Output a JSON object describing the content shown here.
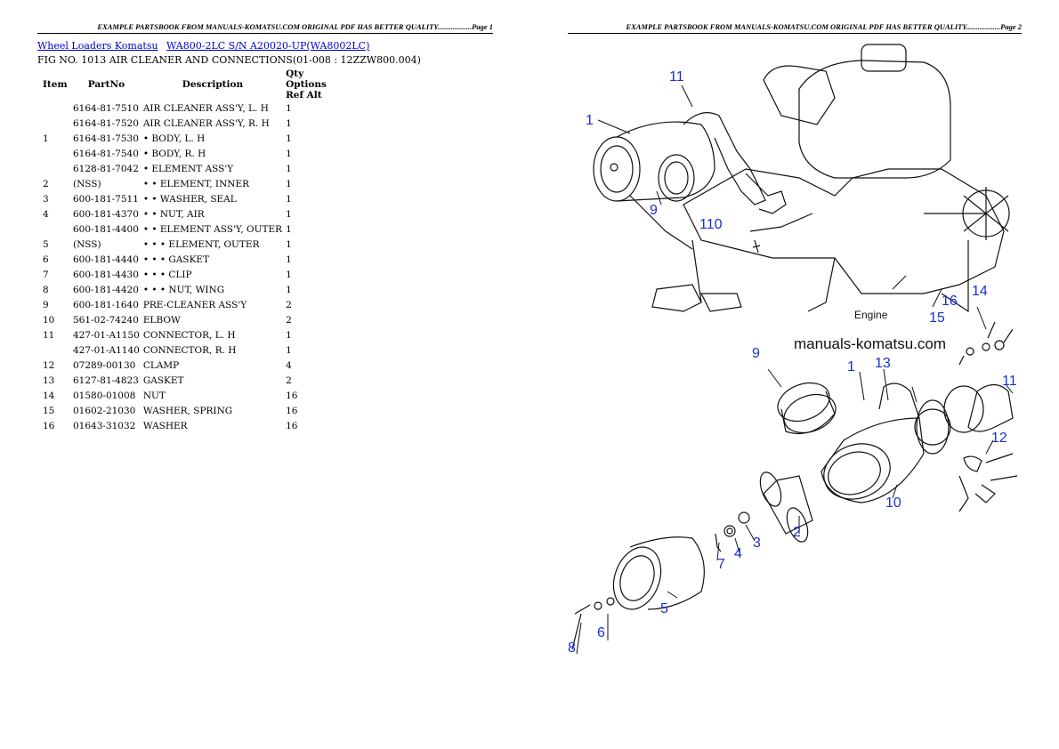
{
  "header": {
    "left": "EXAMPLE PARTSBOOK FROM MANUALS-KOMATSU.COM ORIGINAL PDF HAS BETTER QUALITY..................Page 1",
    "right": "EXAMPLE PARTSBOOK FROM MANUALS-KOMATSU.COM ORIGINAL PDF HAS BETTER QUALITY..................Page 2"
  },
  "breadcrumb": [
    "Wheel Loaders Komatsu",
    "WA800-2LC S/N A20020-UP(WA8002LC)"
  ],
  "fig_title": "FIG NO. 1013 AIR CLEANER AND CONNECTIONS(01-008 : 12ZZW800.004)",
  "columns": [
    "Item",
    "PartNo",
    "Description",
    "Qty Options Ref Alt"
  ],
  "rows": [
    {
      "item": "",
      "part": "6164-81-7510",
      "desc": "AIR CLEANER ASS'Y, L. H",
      "qty": "1"
    },
    {
      "item": "",
      "part": "6164-81-7520",
      "desc": "AIR CLEANER ASS'Y, R. H",
      "qty": "1"
    },
    {
      "item": "1",
      "part": "6164-81-7530",
      "desc": "• BODY, L. H",
      "qty": "1"
    },
    {
      "item": "",
      "part": "6164-81-7540",
      "desc": "• BODY, R. H",
      "qty": "1"
    },
    {
      "item": "",
      "part": "6128-81-7042",
      "desc": "• ELEMENT ASS'Y",
      "qty": "1"
    },
    {
      "item": "2",
      "part": "(NSS)",
      "desc": "• • ELEMENT, INNER",
      "qty": "1"
    },
    {
      "item": "3",
      "part": "600-181-7511",
      "desc": "• • WASHER, SEAL",
      "qty": "1"
    },
    {
      "item": "4",
      "part": "600-181-4370",
      "desc": "• • NUT, AIR",
      "qty": "1"
    },
    {
      "item": "",
      "part": "600-181-4400",
      "desc": "• • ELEMENT ASS'Y, OUTER",
      "qty": "1"
    },
    {
      "item": "5",
      "part": "(NSS)",
      "desc": "• • • ELEMENT, OUTER",
      "qty": "1"
    },
    {
      "item": "6",
      "part": "600-181-4440",
      "desc": "• • • GASKET",
      "qty": "1"
    },
    {
      "item": "7",
      "part": "600-181-4430",
      "desc": "• • • CLIP",
      "qty": "1"
    },
    {
      "item": "8",
      "part": "600-181-4420",
      "desc": "• • • NUT, WING",
      "qty": "1"
    },
    {
      "item": "9",
      "part": "600-181-1640",
      "desc": "PRE-CLEANER ASS'Y",
      "qty": "2"
    },
    {
      "item": "10",
      "part": "561-02-74240",
      "desc": "ELBOW",
      "qty": "2"
    },
    {
      "item": "11",
      "part": "427-01-A1150",
      "desc": "CONNECTOR, L. H",
      "qty": "1"
    },
    {
      "item": "",
      "part": "427-01-A1140",
      "desc": "CONNECTOR, R. H",
      "qty": "1"
    },
    {
      "item": "12",
      "part": "07289-00130",
      "desc": "CLAMP",
      "qty": "4"
    },
    {
      "item": "13",
      "part": "6127-81-4823",
      "desc": "GASKET",
      "qty": "2"
    },
    {
      "item": "14",
      "part": "01580-01008",
      "desc": "NUT",
      "qty": "16"
    },
    {
      "item": "15",
      "part": "01602-21030",
      "desc": "WASHER, SPRING",
      "qty": "16"
    },
    {
      "item": "16",
      "part": "01643-31032",
      "desc": "WASHER",
      "qty": "16"
    }
  ],
  "drawing": {
    "watermark": "manuals-komatsu.com",
    "engine_label": "Engine",
    "callouts": [
      "11",
      "1",
      "9",
      "110",
      "16",
      "14",
      "15",
      "9",
      "1",
      "13",
      "11",
      "12",
      "10",
      "2",
      "3",
      "4",
      "7",
      "5",
      "6",
      "8"
    ],
    "callout_color": "#1b2fd1"
  }
}
